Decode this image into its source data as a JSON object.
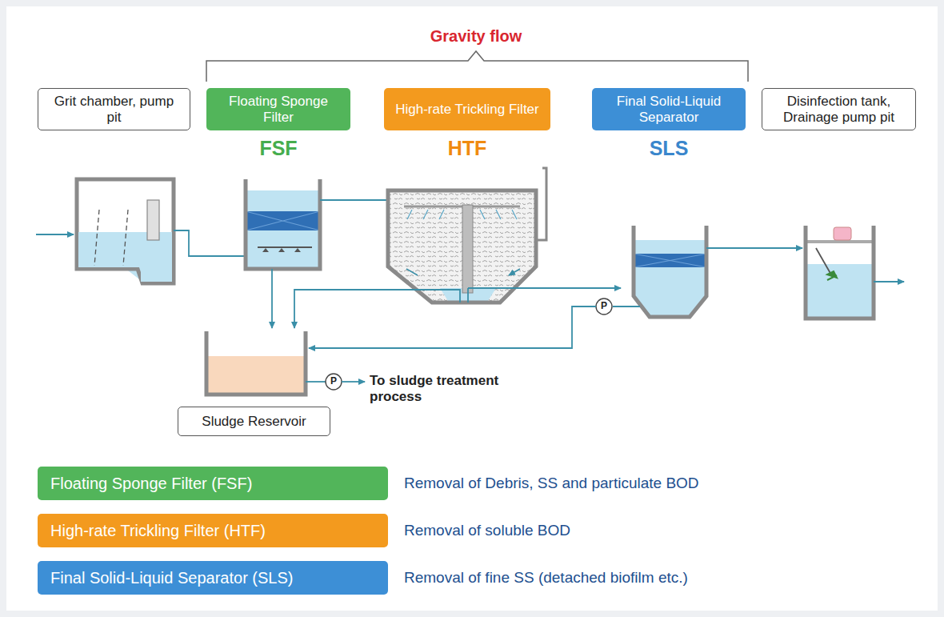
{
  "diagram": {
    "nodes": [
      {
        "text": [
          "Grit chamber, pump pit"
        ]
      },
      {
        "text": [
          "Floating Sponge Filter",
          "FSF"
        ]
      },
      {
        "text": [
          "High-rate Trickling Filter",
          "HTF"
        ]
      },
      {
        "text": [
          "Final Solid-Liquid Separator",
          "SLS"
        ]
      },
      {
        "text": [
          "Disinfection tank, Drainage pump pit"
        ]
      },
      {
        "text": [
          "Sludge Reservoir"
        ]
      },
      {
        "text": [
          "Floating Sponge Filter (FSF)"
        ]
      },
      {
        "text": [
          "High-rate Trickling Filter (HTF)"
        ]
      },
      {
        "text": [
          "Final Solid-Liquid Separator (SLS)"
        ]
      }
    ],
    "labels": [
      "Gravity flow",
      "To sludge treatment process",
      "P",
      "P",
      "Removal of Debris, SS and particulate BOD",
      "Removal of soluble BOD",
      "Removal of fine SS (detached biofilm etc.)"
    ]
  }
}
